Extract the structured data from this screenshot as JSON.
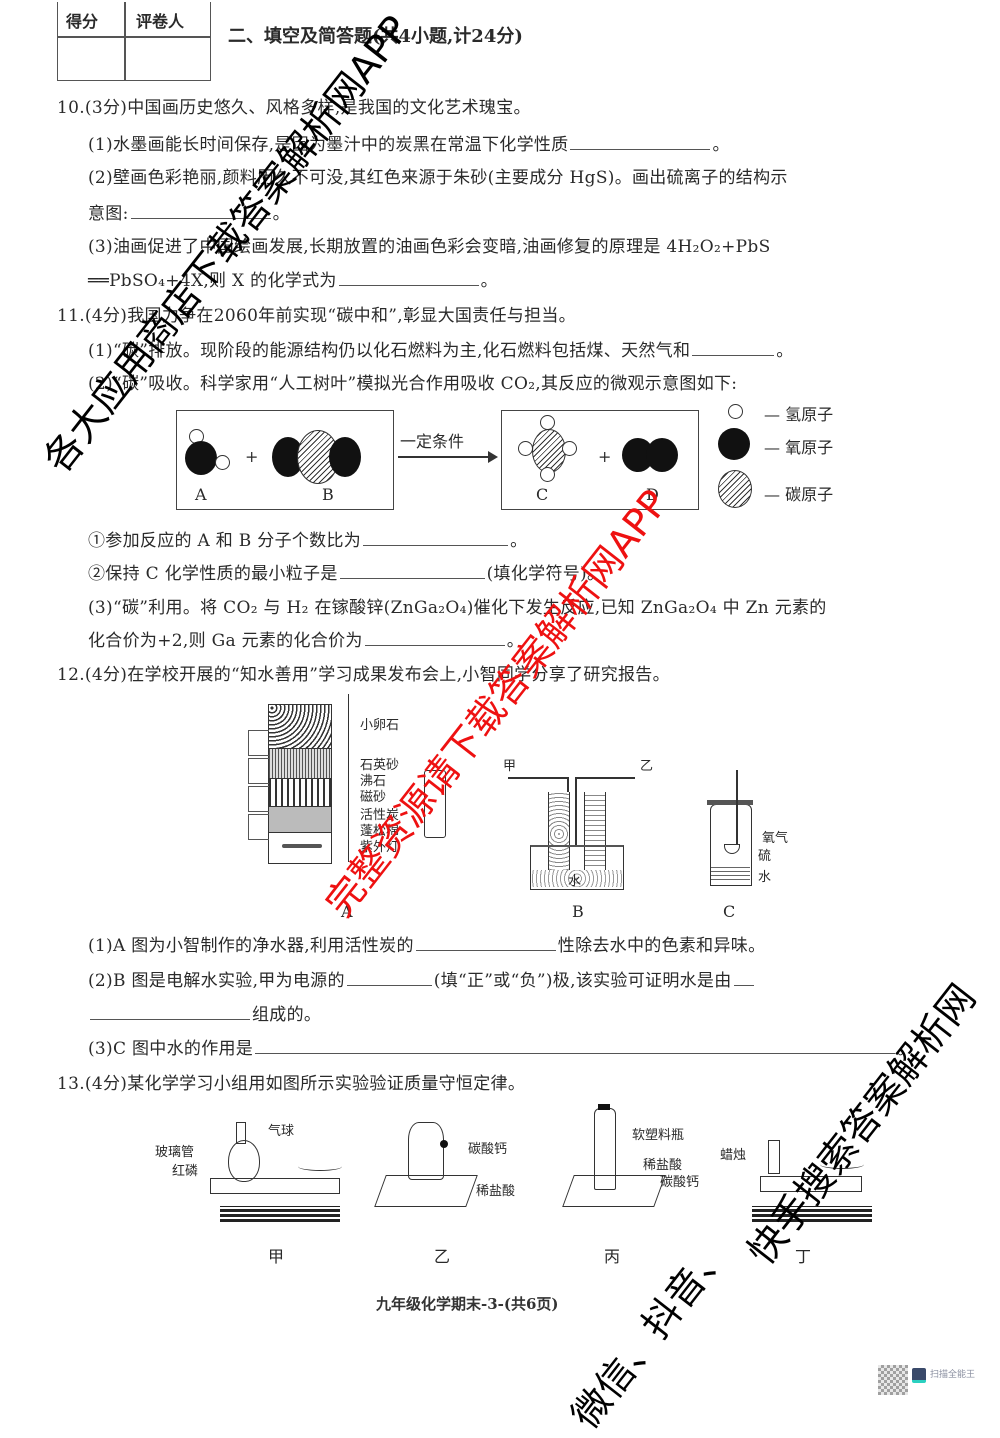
{
  "header": {
    "score_table": {
      "col1": "得分",
      "col2": "评卷人"
    },
    "section_title": "二、填空及简答题(共4小题,计24分)"
  },
  "q10": {
    "stem": "10.(3分)中国画历史悠久、风格多样,是我国的文化艺术瑰宝。",
    "p1": "(1)水墨画能长时间保存,是因为墨汁中的炭黑在常温下化学性质",
    "p2a": "(2)壁画色彩艳丽,颜料历久不可没,其红色来源于朱砂(主要成分 HgS)。画出硫离子的结构示",
    "p2b": "意图:",
    "p3a": "(3)油画促进了中国绘画发展,长期放置的油画色彩会变暗,油画修复的原理是 4H₂O₂+PbS",
    "p3b": "══PbSO₄+4X,则 X 的化学式为",
    "period": "。"
  },
  "q11": {
    "stem": "11.(4分)我国力争在2060年前实现“碳中和”,彰显大国责任与担当。",
    "p1": "(1)“碳”排放。现阶段的能源结构仍以化石燃料为主,化石燃料包括煤、天然气和",
    "p2": "(2)“碳”吸收。科学家用“人工树叶”模拟光合作用吸收 CO₂,其反应的微观示意图如下:",
    "diagram": {
      "condition": "一定条件",
      "labels": [
        "A",
        "B",
        "C",
        "D"
      ],
      "plus": "+",
      "legend": [
        {
          "symbol": "hydrogen",
          "label": "— 氢原子"
        },
        {
          "symbol": "oxygen",
          "label": "— 氧原子"
        },
        {
          "symbol": "carbon",
          "label": "— 碳原子"
        }
      ]
    },
    "sub1": "①参加反应的 A 和 B 分子个数比为",
    "sub2a": "②保持 C 化学性质的最小粒子是",
    "sub2b": "(填化学符号)。",
    "p3a": "(3)“碳”利用。将 CO₂ 与 H₂ 在镓酸锌(ZnGa₂O₄)催化下发生反应,已知 ZnGa₂O₄ 中 Zn 元素的",
    "p3b": "化合价为+2,则 Ga 元素的化合价为",
    "period": "。"
  },
  "q12": {
    "stem": "12.(4分)在学校开展的“知水善用”学习成果发布会上,小智同学分享了研究报告。",
    "figA": {
      "label": "A",
      "layers": [
        "小卵石",
        "石英砂",
        "沸石",
        "磁砂",
        "活性炭",
        "蓬松棉",
        "紫外灯"
      ]
    },
    "figB": {
      "label": "B",
      "left": "甲",
      "right": "乙",
      "water": "水"
    },
    "figC": {
      "label": "C",
      "items": [
        "氧气",
        "硫",
        "水"
      ]
    },
    "p1a": "(1)A 图为小智制作的净水器,利用活性炭的",
    "p1b": "性除去水中的色素和异味。",
    "p2a": "(2)B 图是电解水实验,甲为电源的",
    "p2b": "(填“正”或“负”)极,该实验可证明水是由",
    "p2c": "组成的。",
    "p3": "(3)C 图中水的作用是",
    "period": "。"
  },
  "q13": {
    "stem": "13.(4分)某化学学习小组用如图所示实验验证质量守恒定律。",
    "figures": [
      {
        "label": "甲",
        "parts": [
          "气球",
          "玻璃管",
          "红磷"
        ]
      },
      {
        "label": "乙",
        "parts": [
          "碳酸钙",
          "稀盐酸"
        ]
      },
      {
        "label": "丙",
        "parts": [
          "软塑料瓶",
          "稀盐酸",
          "碳酸钙"
        ]
      },
      {
        "label": "丁",
        "parts": [
          "蜡烛"
        ]
      }
    ]
  },
  "footer": {
    "page": "九年级化学期末-3-(共6页)"
  },
  "watermarks": {
    "black_1": "各大应用商店下载答案解析网APP",
    "red_1": "完整资源请下载答案解析网APP",
    "black_2": "快手搜索答案解析网",
    "black_3": "微信、抖音、"
  },
  "scanner_badge": "扫描全能王"
}
